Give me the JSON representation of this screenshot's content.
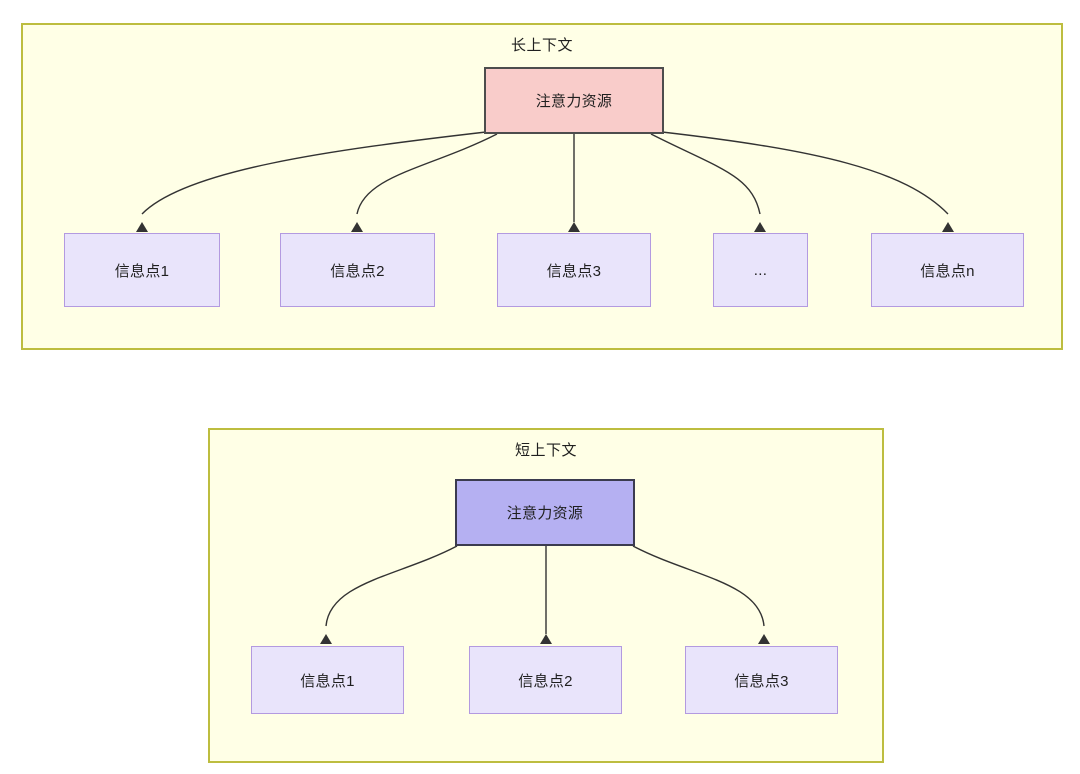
{
  "diagram": {
    "title_hidden": false,
    "panels": [
      {
        "id": "long-context",
        "title": "长上下文",
        "hub": {
          "label": "注意力资源",
          "fill": "#f9ccca",
          "border": "#4d4d4d"
        },
        "leaves": [
          {
            "label": "信息点1"
          },
          {
            "label": "信息点2"
          },
          {
            "label": "信息点3"
          },
          {
            "label": "..."
          },
          {
            "label": "信息点n"
          }
        ]
      },
      {
        "id": "short-context",
        "title": "短上下文",
        "hub": {
          "label": "注意力资源",
          "fill": "#b5b0f2",
          "border": "#3b3b4f"
        },
        "leaves": [
          {
            "label": "信息点1"
          },
          {
            "label": "信息点2"
          },
          {
            "label": "信息点3"
          }
        ]
      }
    ],
    "colors": {
      "panel_fill": "#ffffe6",
      "panel_border": "#bdbd3f",
      "leaf_fill": "#e9e4fb",
      "leaf_border": "#b39ae0",
      "edge": "#333333",
      "text": "#1f1f1f"
    }
  }
}
